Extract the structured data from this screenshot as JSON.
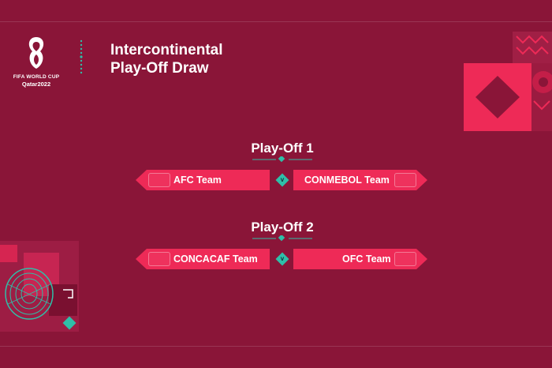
{
  "logo": {
    "line1": "FIFA WORLD CUP",
    "line2": "Qatar2022"
  },
  "header": {
    "title_line1": "Intercontinental",
    "title_line2": "Play-Off Draw"
  },
  "playoffs": [
    {
      "title": "Play-Off 1",
      "home": "AFC Team",
      "away": "CONMEBOL Team",
      "vs": "v"
    },
    {
      "title": "Play-Off 2",
      "home": "CONCACAF Team",
      "away": "OFC Team",
      "vs": "v"
    }
  ],
  "colors": {
    "background": "#8a1538",
    "pill": "#ee2a57",
    "accent": "#2fbfa8"
  }
}
